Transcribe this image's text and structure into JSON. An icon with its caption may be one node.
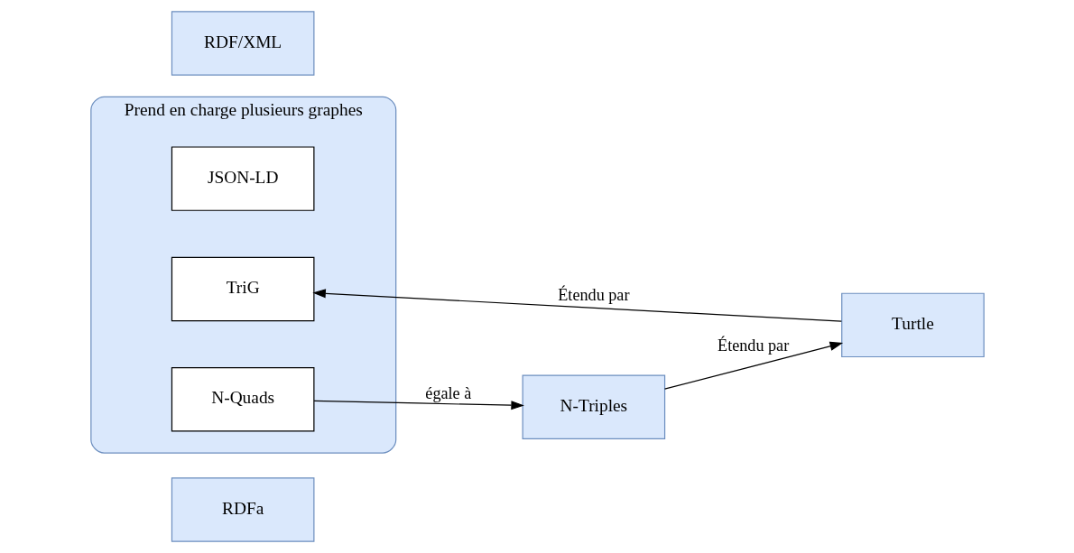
{
  "diagram": {
    "nodes": [
      {
        "text": [
          "RDFa"
        ]
      },
      {
        "text": [
          "Turtle"
        ]
      },
      {
        "text": [
          "Prend en charge plusieurs graphes"
        ]
      },
      {
        "text": [
          "JSON-LD"
        ],
        "in": 2
      },
      {
        "text": [
          "RDF/XML"
        ]
      },
      {
        "text": [
          "TriG"
        ],
        "in": 2
      },
      {
        "text": [
          "N-Triples"
        ]
      },
      {
        "text": [
          "N-Quads"
        ],
        "in": 2
      }
    ],
    "edges": [
      {
        "from": 6,
        "to": 1,
        "arrow": "to",
        "label": "Étendu par"
      },
      {
        "from": 1,
        "to": 5,
        "arrow": "to",
        "label": "Étendu par"
      },
      {
        "from": 7,
        "to": 6,
        "arrow": "to",
        "label": "égale à"
      }
    ]
  }
}
